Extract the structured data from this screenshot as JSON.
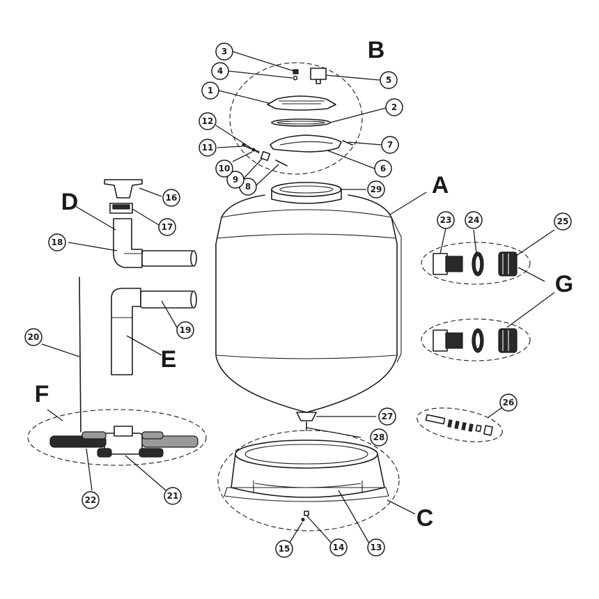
{
  "diagram": {
    "groups": {
      "A": "A",
      "B": "B",
      "C": "C",
      "D": "D",
      "E": "E",
      "F": "F",
      "G": "G"
    },
    "callouts": {
      "p1": "1",
      "p2": "2",
      "p3": "3",
      "p4": "4",
      "p5": "5",
      "p6": "6",
      "p7": "7",
      "p8": "8",
      "p9": "9",
      "p10": "10",
      "p11": "11",
      "p12": "12",
      "p13": "13",
      "p14": "14",
      "p15": "15",
      "p16": "16",
      "p17": "17",
      "p18": "18",
      "p19": "19",
      "p20": "20",
      "p21": "21",
      "p22": "22",
      "p23": "23",
      "p24": "24",
      "p25": "25",
      "p26": "26",
      "p27": "27",
      "p28": "28",
      "p29": "29"
    }
  }
}
